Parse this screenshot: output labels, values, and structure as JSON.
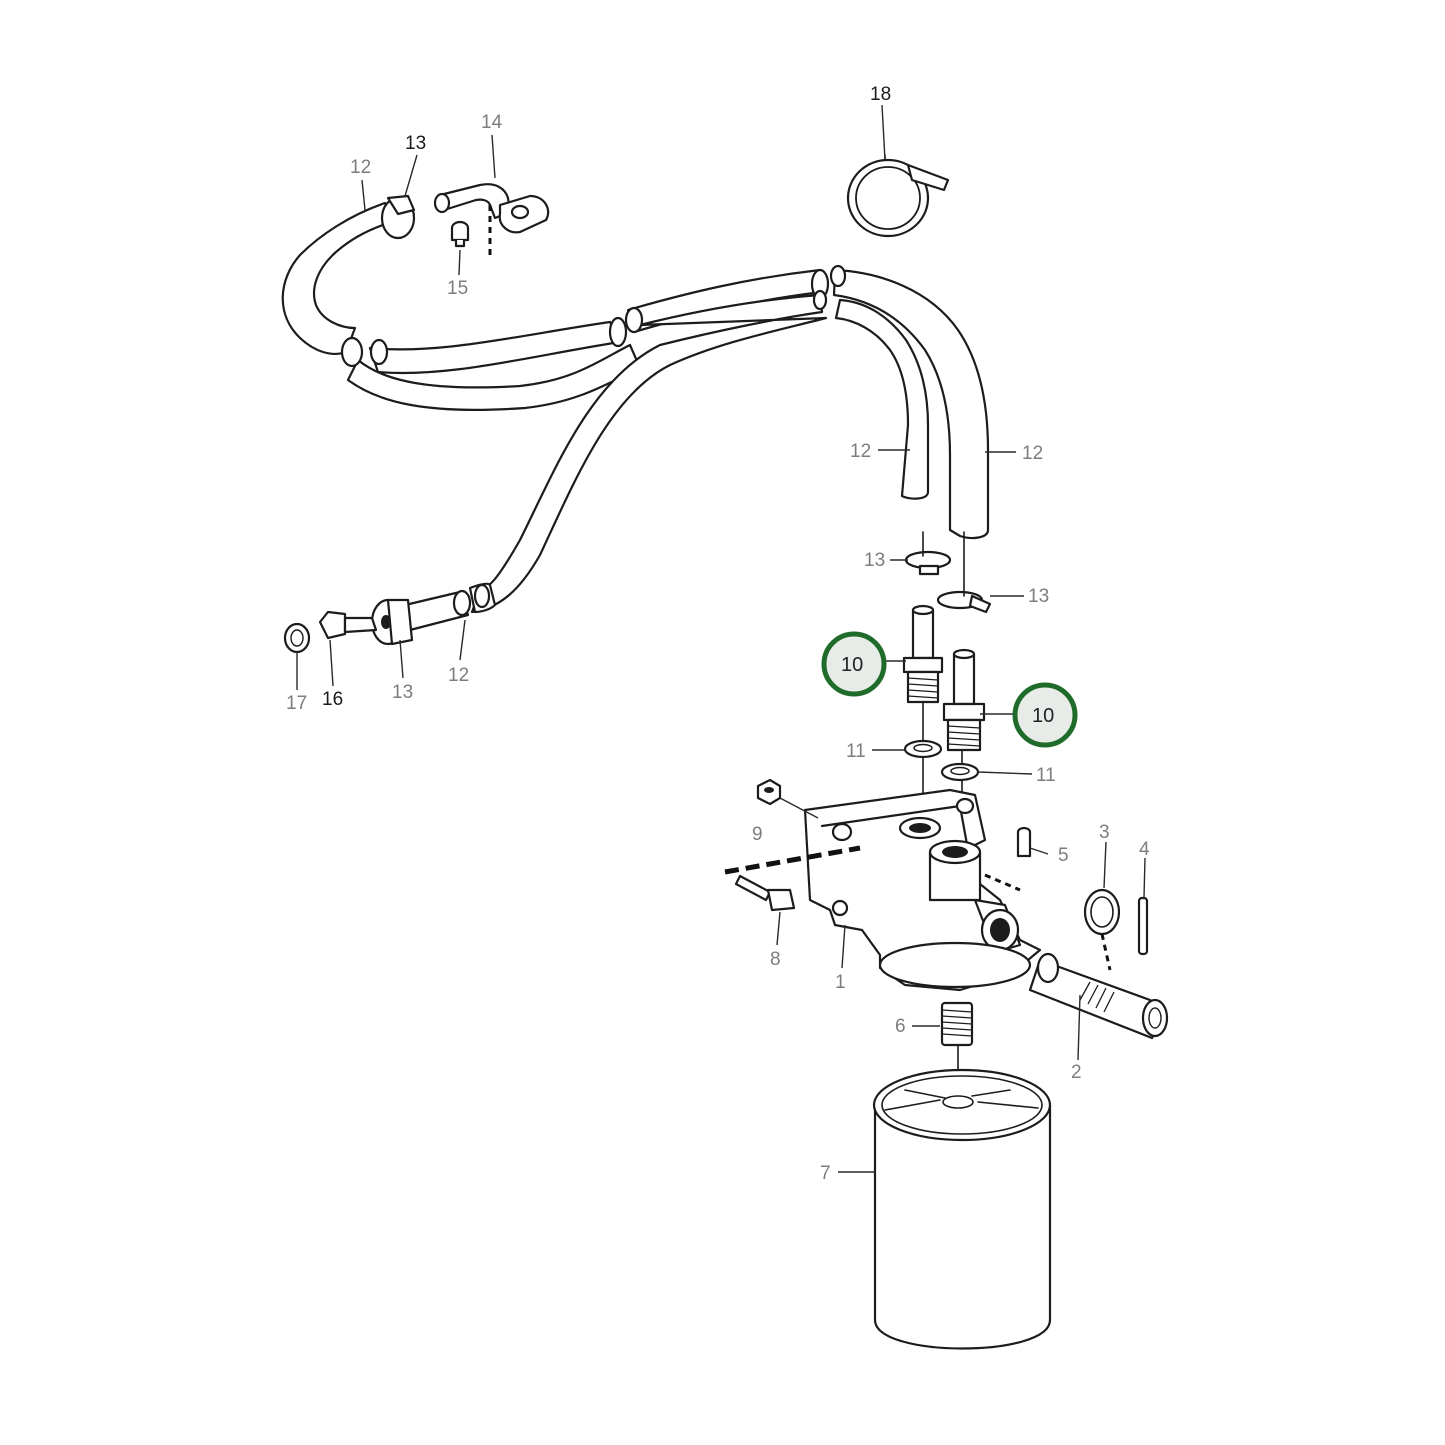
{
  "callouts": {
    "c1": "1",
    "c2": "2",
    "c3": "3",
    "c4": "4",
    "c5": "5",
    "c6": "6",
    "c7": "7",
    "c8": "8",
    "c9": "9",
    "c10a": "10",
    "c10b": "10",
    "c11a": "11",
    "c11b": "11",
    "c12a": "12",
    "c12b": "12",
    "c12c": "12",
    "c12d": "12",
    "c13a": "13",
    "c13b": "13",
    "c13c": "13",
    "c13d": "13",
    "c14": "14",
    "c15": "15",
    "c16": "16",
    "c17": "17",
    "c18": "18"
  },
  "colors": {
    "highlight_ring": "#1f6b2a",
    "line": "#1c1c1c",
    "label_gray": "#7d7d7d"
  }
}
